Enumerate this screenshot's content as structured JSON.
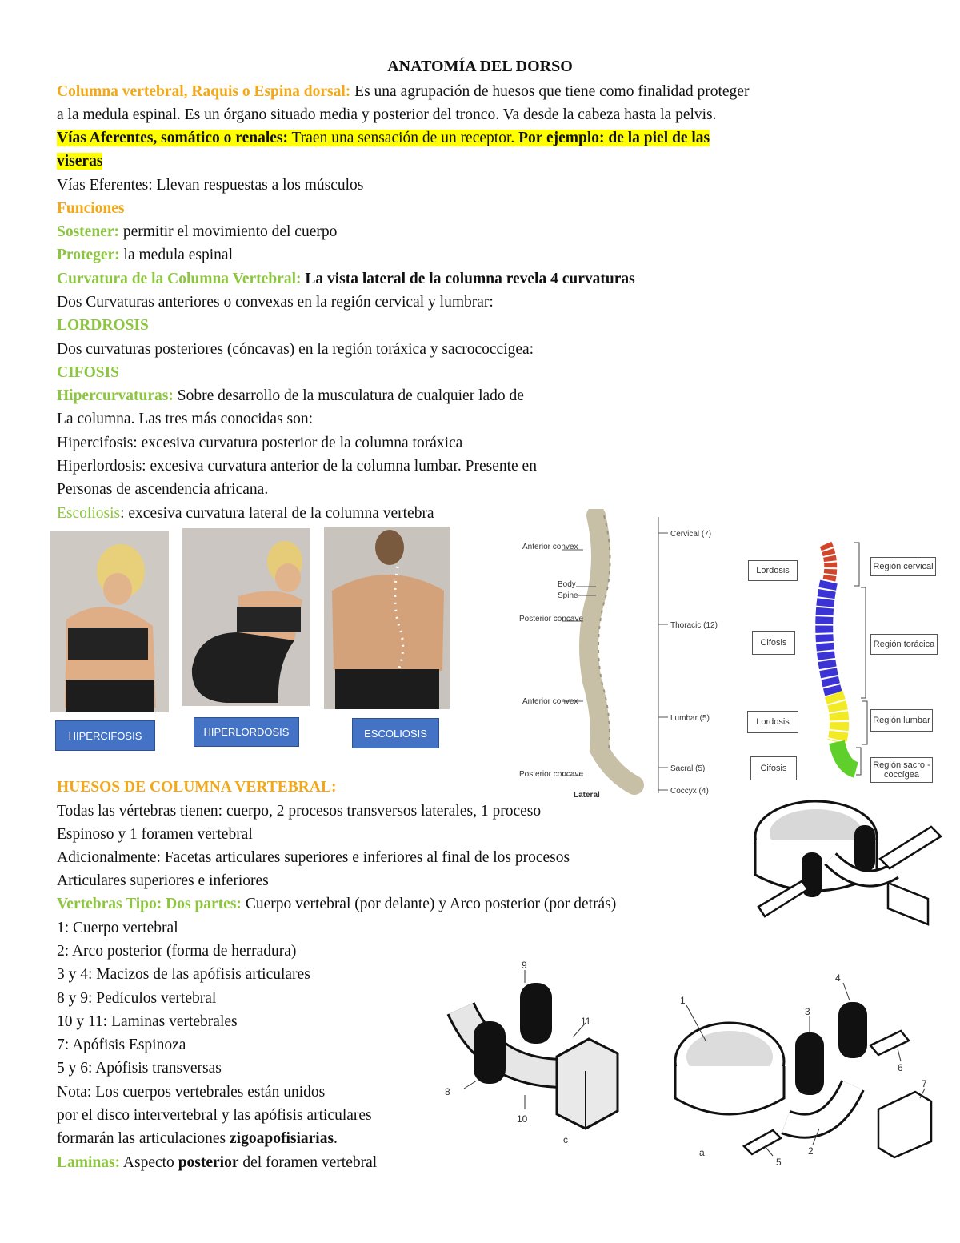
{
  "title": "ANATOMÍA DEL DORSO",
  "intro": {
    "term": "Columna vertebral, Raquis o Espina dorsal:",
    "text1": " Es una agrupación de huesos que tiene como finalidad proteger",
    "text2": "a la medula espinal. Es un órgano situado media y posterior del tronco. Va desde la cabeza hasta la pelvis."
  },
  "afferent": {
    "term": "Vías Aferentes, somático o renales:",
    "text": " Traen una sensación de un receptor. ",
    "example": "Por ejemplo: de la piel de las",
    "example2": "viseras"
  },
  "efferent": "Vías Eferentes: Llevan respuestas a los músculos",
  "functions_heading": "Funciones",
  "sustain": {
    "term": "Sostener:",
    "text": " permitir el movimiento del cuerpo"
  },
  "protect": {
    "term": "Proteger:",
    "text": " la medula espinal"
  },
  "curvature": {
    "term": "Curvatura de la Columna Vertebral:",
    "text": " La vista lateral de la columna revela 4 curvaturas"
  },
  "anterior_curves": "Dos Curvaturas anteriores o convexas en la región cervical y lumbrar:",
  "lordosis": "LORDROSIS",
  "posterior_curves": "Dos curvaturas posteriores (cóncavas) en la región toráxica y sacrococcígea:",
  "cifosis": "CIFOSIS",
  "hyper": {
    "term": "Hipercurvaturas:",
    "text": " Sobre desarrollo de la musculatura de cualquier lado de",
    "line2": "La columna. Las tres más conocidas son:",
    "hipercifosis": "Hipercifosis: excesiva curvatura posterior de la columna toráxica",
    "hiperlordosis": "Hiperlordosis: excesiva curvatura anterior de la columna lumbar. Presente en",
    "hiperlordosis2": "Personas de ascendencia africana.",
    "escoliosis_term": "Escoliosis",
    "escoliosis_text": ": excesiva curvatura lateral de la columna vertebra"
  },
  "photo_labels": [
    "HIPERCIFOSIS",
    "HIPERLORDOSIS",
    "ESCOLIOSIS"
  ],
  "spine_lateral": {
    "left": [
      "Anterior convex",
      "Body",
      "Spine",
      "Posterior concave",
      "Anterior convex",
      "Posterior concave"
    ],
    "right": [
      "Cervical (7)",
      "Thoracic (12)",
      "Lumbar (5)",
      "Sacral (5)",
      "Coccyx (4)"
    ],
    "bottom": "Lateral"
  },
  "spine_color": {
    "left": [
      "Lordosis",
      "Cifosis",
      "Lordosis",
      "Cifosis"
    ],
    "right": [
      "Región cervical",
      "Región torácica",
      "Región lumbar",
      "Región sacro - coccígea"
    ],
    "colors": {
      "cervical": "#d2452a",
      "thoracic": "#3b33d6",
      "lumbar": "#f2ea25",
      "sacral": "#5fcf2b"
    }
  },
  "bones": {
    "heading": "HUESOS DE COLUMNA VERTEBRAL:",
    "l1": "Todas las vértebras tienen: cuerpo, 2 procesos transversos laterales, 1 proceso",
    "l2": "Espinoso y 1 foramen vertebral",
    "l3": "Adicionalmente: Facetas articulares superiores e inferiores al final de los procesos",
    "l4": "Articulares superiores e inferiores",
    "type_term": "Vertebras Tipo: Dos partes:",
    "type_text": " Cuerpo vertebral (por delante) y Arco posterior (por detrás)",
    "items": [
      "1: Cuerpo vertebral",
      "2: Arco posterior (forma de herradura)",
      "3 y 4: Macizos de las apófisis articulares",
      "8 y 9: Pedículos vertebral",
      "10 y 11:  Laminas vertebrales",
      "7: Apófisis Espinoza",
      "5 y 6: Apófisis transversas"
    ],
    "note1": "Nota: Los cuerpos vertebrales están unidos",
    "note2": "por el disco intervertebral y las apófisis articulares",
    "note3a": "formarán las articulaciones ",
    "note3b": "zigoapofisiarias",
    "note3c": ".",
    "laminas_term": "Laminas:",
    "laminas_a": " Aspecto ",
    "laminas_b": "posterior",
    "laminas_c": " del foramen vertebral"
  },
  "diagram_c": {
    "labels": [
      "9",
      "11",
      "8",
      "10",
      "c"
    ]
  },
  "diagram_a": {
    "labels": [
      "1",
      "4",
      "3",
      "6",
      "7",
      "2",
      "5",
      "a"
    ]
  }
}
